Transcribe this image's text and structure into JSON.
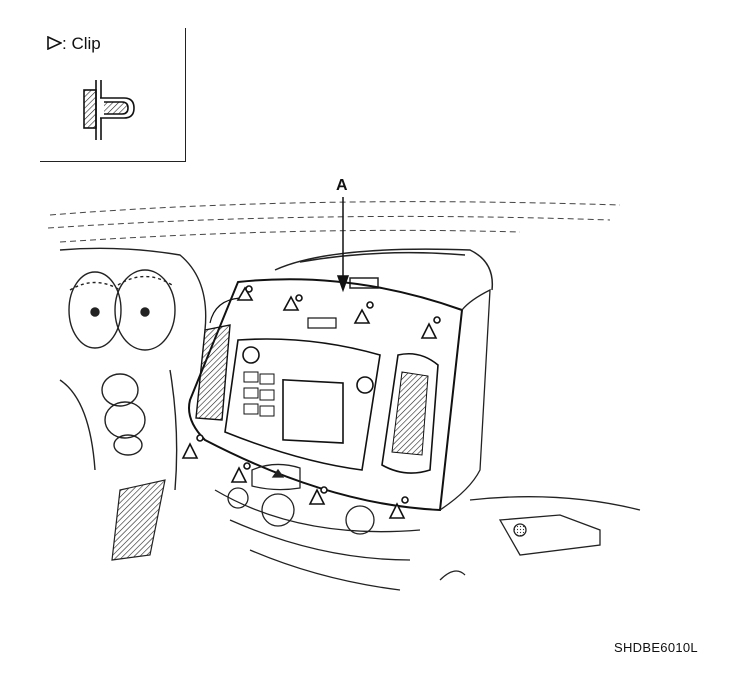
{
  "legend": {
    "symbol_text": ":",
    "label": "Clip",
    "icon": "triangle-clip-icon"
  },
  "callout": {
    "label": "A"
  },
  "figure": {
    "code": "SHDBE6010L"
  }
}
